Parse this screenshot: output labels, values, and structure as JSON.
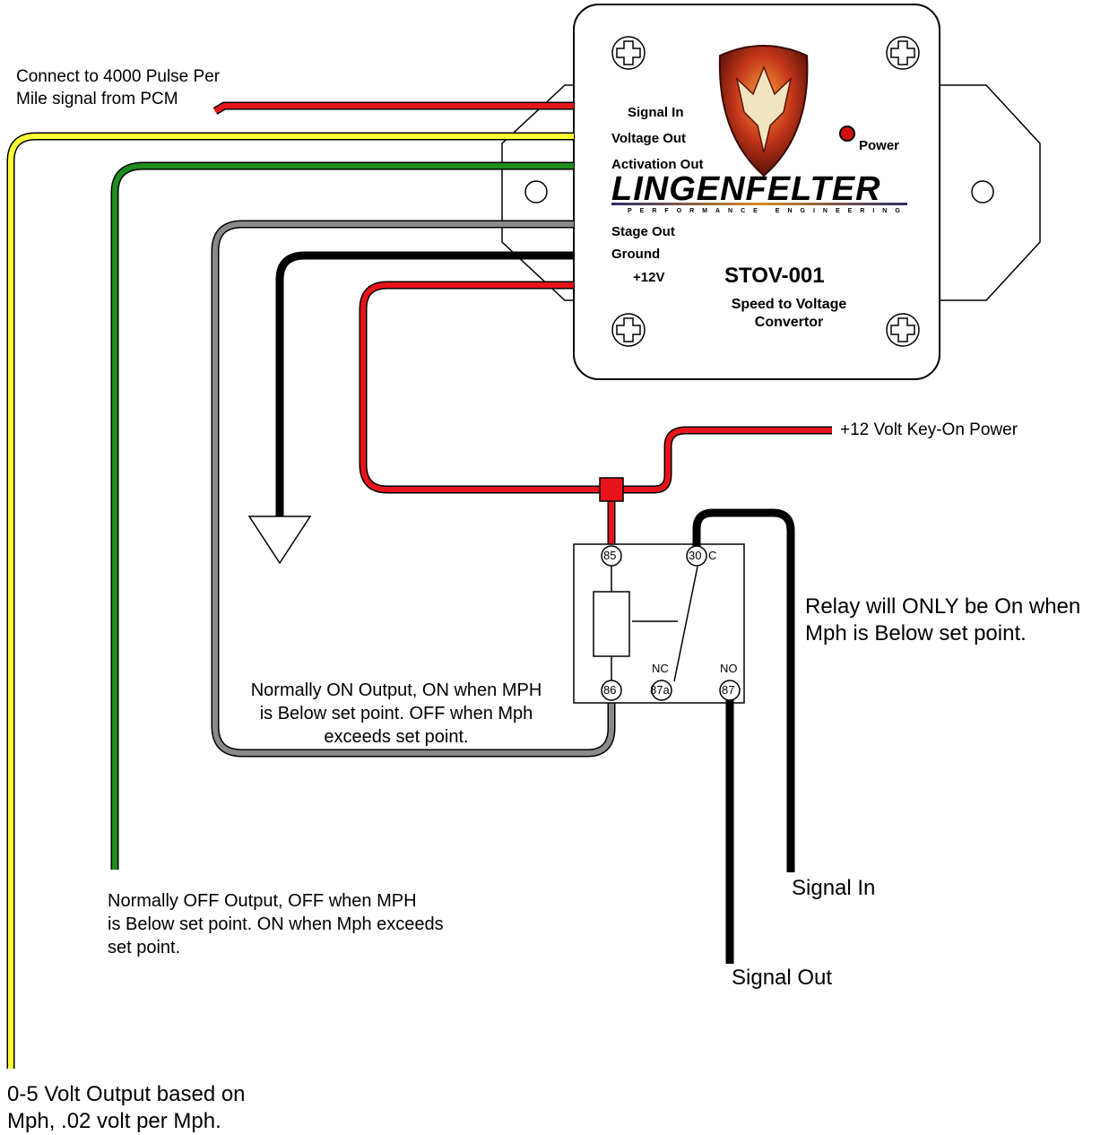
{
  "device": {
    "terminals": [
      "Signal In",
      "Voltage Out",
      "Activation Out",
      "Stage Out",
      "Ground",
      "+12V"
    ],
    "power_label": "Power",
    "brand": "LINGENFELTER",
    "brand_sub": "PERFORMANCE ENGINEERING",
    "model": "STOV-001",
    "model_desc": "Speed to Voltage\nConvertor"
  },
  "relay": {
    "pins": {
      "p85": "85",
      "p86": "86",
      "p30": "30",
      "p87a": "87a",
      "p87": "87"
    },
    "c_label": "C",
    "nc_label": "NC",
    "no_label": "NO"
  },
  "annotations": {
    "pulse_signal": "Connect to 4000 Pulse Per\nMile signal from PCM",
    "key_on_power": "+12 Volt Key-On Power",
    "relay_note": "Relay will ONLY be On when\nMph is Below set point.",
    "normally_on": "Normally ON Output, ON when MPH\nis Below set point. OFF when Mph\nexceeds set point.",
    "normally_off": "Normally OFF Output, OFF when MPH\nis Below set point. ON when Mph exceeds\nset point.",
    "signal_in": "Signal In",
    "signal_out": "Signal Out",
    "voltage_output": "0-5 Volt Output based on\nMph, .02 volt per Mph."
  },
  "colors": {
    "red": "#e8141b",
    "yellow": "#ffff33",
    "green": "#1e8c1e",
    "gray": "#8a8a8a",
    "black": "#000000"
  }
}
